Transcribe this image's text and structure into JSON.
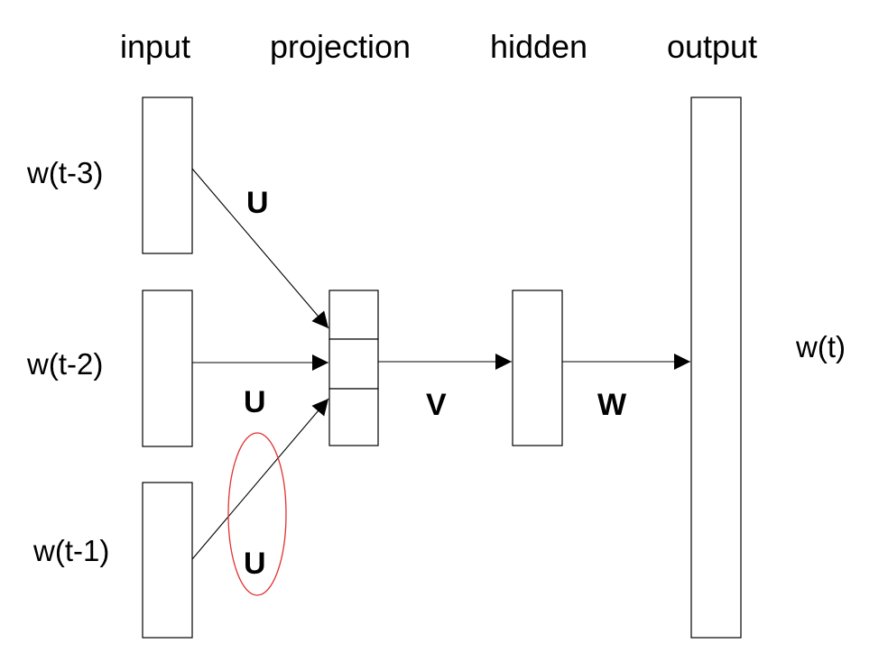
{
  "columns": {
    "input": "input",
    "projection": "projection",
    "hidden": "hidden",
    "output": "output"
  },
  "inputs": [
    "w(t-3)",
    "w(t-2)",
    "w(t-1)"
  ],
  "output_word": "w(t)",
  "weights": {
    "u_top": "U",
    "u_middle": "U",
    "u_bottom": "U",
    "v": "V",
    "w": "W"
  },
  "colors": {
    "stroke": "#000000",
    "highlight": "#e03030"
  }
}
